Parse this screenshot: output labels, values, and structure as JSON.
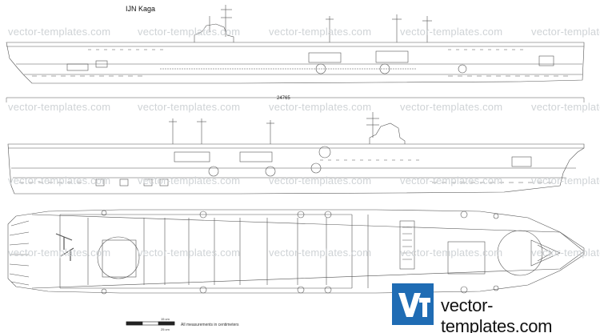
{
  "title": "IJN Kaga",
  "dimension_label": "24765",
  "watermark_text": "vector-templates.com",
  "scale_note": "All measurements in centimeters",
  "scale_label_top": "15 cm",
  "scale_label_bottom": "25 cm",
  "brand": {
    "logo_text": "Vt",
    "name": "vector-templates.com",
    "color": "#1f6cb4"
  },
  "colors": {
    "line": "#555555",
    "watermark": "#cfd3d6",
    "background": "#ffffff"
  }
}
